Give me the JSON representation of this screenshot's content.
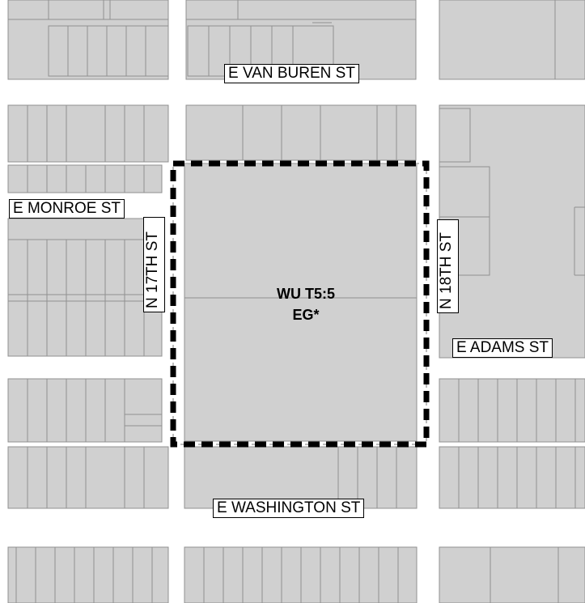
{
  "map": {
    "streets": {
      "van_buren": "E VAN BUREN ST",
      "monroe": "E MONROE ST",
      "n17th": "N 17TH ST",
      "n18th": "N 18TH ST",
      "adams": "E ADAMS ST",
      "washington": "E WASHINGTON ST"
    },
    "zone": {
      "line1": "WU T5:5",
      "line2": "EG*"
    },
    "colors": {
      "parcel_fill": "#d0d0d0",
      "street_fill": "#ffffff",
      "parcel_line": "#909090",
      "boundary": "#000000"
    }
  }
}
